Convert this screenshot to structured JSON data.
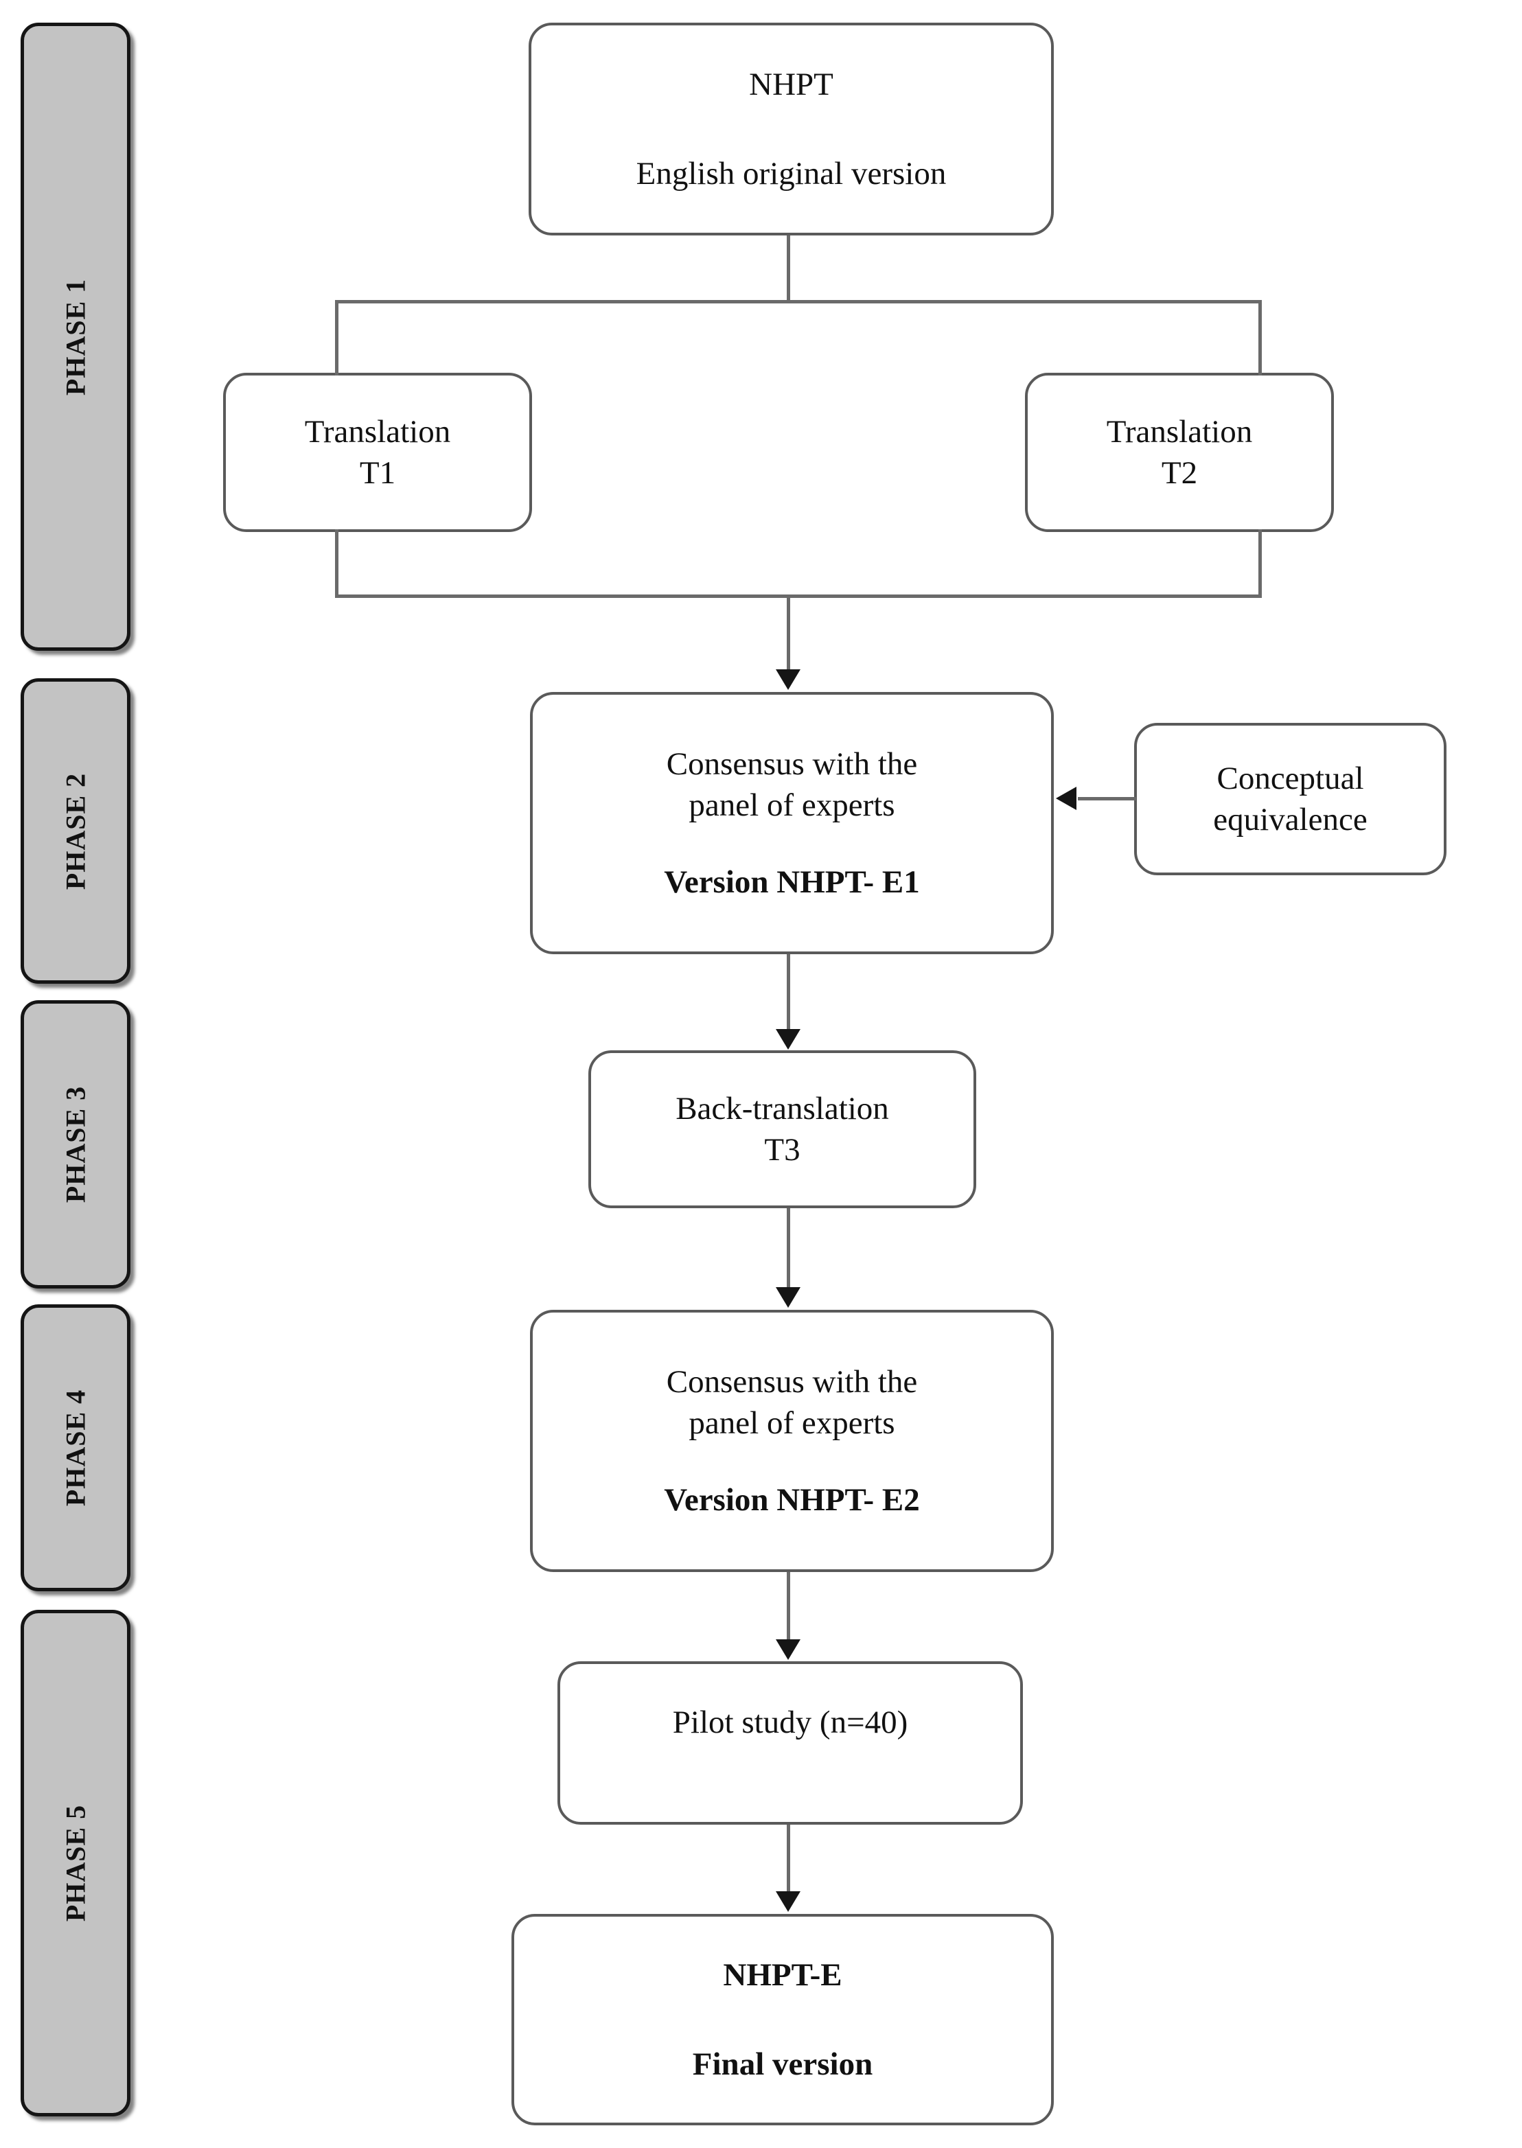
{
  "figure": {
    "title": "NHPT cross-cultural translation and adaptation flowchart",
    "colors": {
      "phase_bar_fill": "#c3c3c3",
      "phase_bar_border": "#151515",
      "node_border": "#5a5a5a",
      "node_fill": "#ffffff",
      "connector": "#6a6a6a",
      "arrow": "#151515",
      "background": "#ffffff"
    }
  },
  "phases": [
    {
      "id": "phase-1",
      "label": "PHASE 1"
    },
    {
      "id": "phase-2",
      "label": "PHASE 2"
    },
    {
      "id": "phase-3",
      "label": "PHASE 3"
    },
    {
      "id": "phase-4",
      "label": "PHASE 4"
    },
    {
      "id": "phase-5",
      "label": "PHASE 5"
    }
  ],
  "nodes": {
    "source": {
      "line1": "NHPT",
      "line2": "English original version"
    },
    "translation_t1": {
      "line1": "Translation",
      "line2": "T1"
    },
    "translation_t2": {
      "line1": "Translation",
      "line2": "T2"
    },
    "consensus_e1": {
      "line1": "Consensus with the",
      "line2": "panel of experts",
      "line3": "Version NHPT- E1"
    },
    "conceptual_equivalence": {
      "line1": "Conceptual",
      "line2": "equivalence"
    },
    "back_translation": {
      "line1": "Back-translation",
      "line2": "T3"
    },
    "consensus_e2": {
      "line1": "Consensus with the",
      "line2": "panel of experts",
      "line3": "Version NHPT- E2"
    },
    "pilot_study": {
      "line1": "Pilot study (n=40)"
    },
    "final_version": {
      "line1": "NHPT-E",
      "line2": "Final version"
    }
  }
}
